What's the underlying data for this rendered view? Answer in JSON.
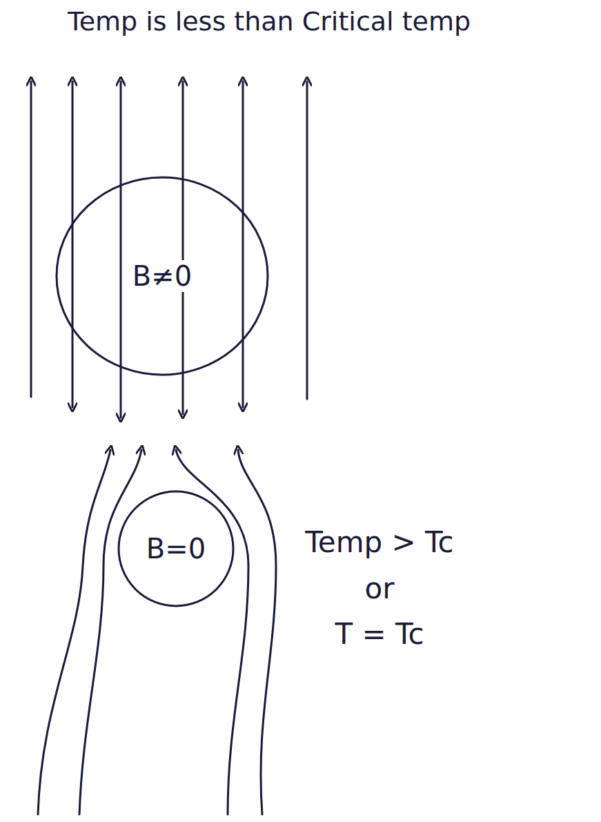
{
  "diagram": {
    "nodes": [
      {
        "text": [
          "B≠0"
        ]
      },
      {
        "text": [
          "B=0"
        ]
      }
    ],
    "labels": [
      "Temp is less than Critical temp",
      "Temp > Tc",
      "or",
      "T = Tc"
    ]
  }
}
